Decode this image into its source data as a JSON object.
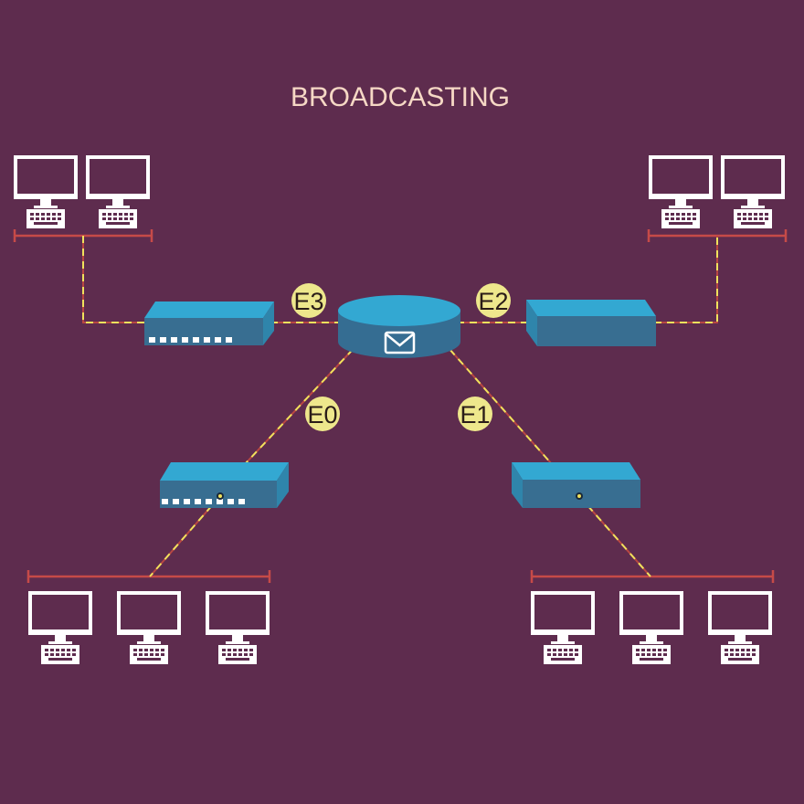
{
  "title": "BROADCASTING",
  "colors": {
    "background": "#5e2c4e",
    "title": "#f6d8c5",
    "device_top": "#33a8d2",
    "device_side": "#2f85ab",
    "device_front": "#386e91",
    "router_top": "#33a8d2",
    "router_side": "#356d92",
    "wire_red": "#b84743",
    "wire_yellow": "#f1e25c",
    "bus": "#c64a48",
    "label_bg": "#eee78c",
    "label_text": "#2a1c18",
    "computer": "#ffffff"
  },
  "router": {
    "icon": "envelope-icon"
  },
  "interfaces": [
    {
      "id": "E0",
      "label": "E0"
    },
    {
      "id": "E1",
      "label": "E1"
    },
    {
      "id": "E2",
      "label": "E2"
    },
    {
      "id": "E3",
      "label": "E3"
    }
  ],
  "segments": [
    {
      "name": "top-left",
      "computers": 2
    },
    {
      "name": "top-right",
      "computers": 2
    },
    {
      "name": "bottom-left",
      "computers": 3
    },
    {
      "name": "bottom-right",
      "computers": 3
    }
  ]
}
